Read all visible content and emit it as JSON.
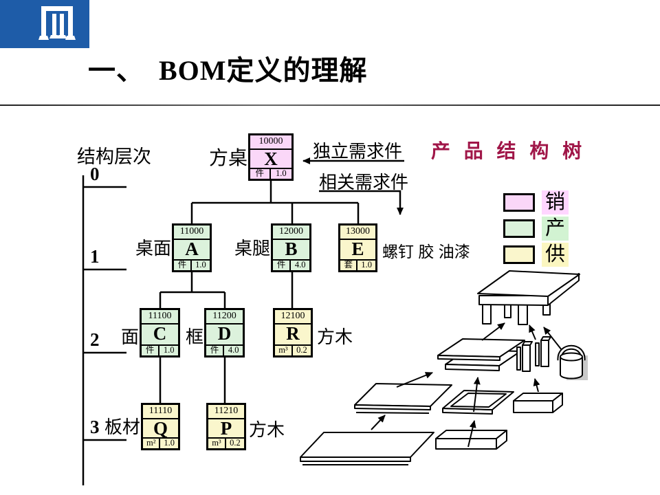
{
  "slide": {
    "title": "一、　BOM定义的理解"
  },
  "labels": {
    "structure_levels": "结构层次",
    "independent_demand": "独立需求件",
    "dependent_demand": "相关需求件",
    "product_tree_title": "产 品 结 构 树"
  },
  "levels": [
    "0",
    "1",
    "2",
    "3"
  ],
  "colors": {
    "sales": "#FAD7F8",
    "production": "#DCF2DC",
    "supply": "#FAF6CC",
    "tree_title": "#A01648",
    "logo_blue": "#1E5CA8"
  },
  "legend": [
    {
      "name": "sales",
      "label": "销",
      "box_color": "#FAD7F8",
      "text_bg": "#FFD6FF"
    },
    {
      "name": "production",
      "label": "产",
      "box_color": "#DCF2DC",
      "text_bg": "#D2F3D2"
    },
    {
      "name": "supply",
      "label": "供",
      "box_color": "#FAF6CC",
      "text_bg": "#FBF6C0"
    }
  ],
  "bom_nodes": [
    {
      "id": "X",
      "code": "10000",
      "letter": "X",
      "unit": "件",
      "qty": "1.0",
      "category": "sales",
      "label": "方桌",
      "level": 0
    },
    {
      "id": "A",
      "code": "11000",
      "letter": "A",
      "unit": "件",
      "qty": "1.0",
      "category": "production",
      "label": "桌面",
      "level": 1
    },
    {
      "id": "B",
      "code": "12000",
      "letter": "B",
      "unit": "件",
      "qty": "4.0",
      "category": "production",
      "label": "桌腿",
      "level": 1
    },
    {
      "id": "E",
      "code": "13000",
      "letter": "E",
      "unit": "套",
      "qty": "1.0",
      "category": "supply",
      "label": "螺钉 胶 油漆",
      "level": 1
    },
    {
      "id": "C",
      "code": "11100",
      "letter": "C",
      "unit": "件",
      "qty": "1.0",
      "category": "production",
      "label": "面",
      "level": 2
    },
    {
      "id": "D",
      "code": "11200",
      "letter": "D",
      "unit": "件",
      "qty": "4.0",
      "category": "production",
      "label": "框",
      "level": 2
    },
    {
      "id": "R",
      "code": "12100",
      "letter": "R",
      "unit": "m³",
      "qty": "0.2",
      "category": "supply",
      "label": "方木",
      "level": 2
    },
    {
      "id": "Q",
      "code": "11110",
      "letter": "Q",
      "unit": "m²",
      "qty": "1.0",
      "category": "supply",
      "label": "板材",
      "level": 3
    },
    {
      "id": "P",
      "code": "11210",
      "letter": "P",
      "unit": "m³",
      "qty": "0.2",
      "category": "supply",
      "label": "方木",
      "level": 3
    }
  ],
  "bom_edges": [
    [
      "X",
      "A"
    ],
    [
      "X",
      "B"
    ],
    [
      "X",
      "E"
    ],
    [
      "A",
      "C"
    ],
    [
      "A",
      "D"
    ],
    [
      "B",
      "R"
    ],
    [
      "C",
      "Q"
    ],
    [
      "D",
      "P"
    ]
  ]
}
